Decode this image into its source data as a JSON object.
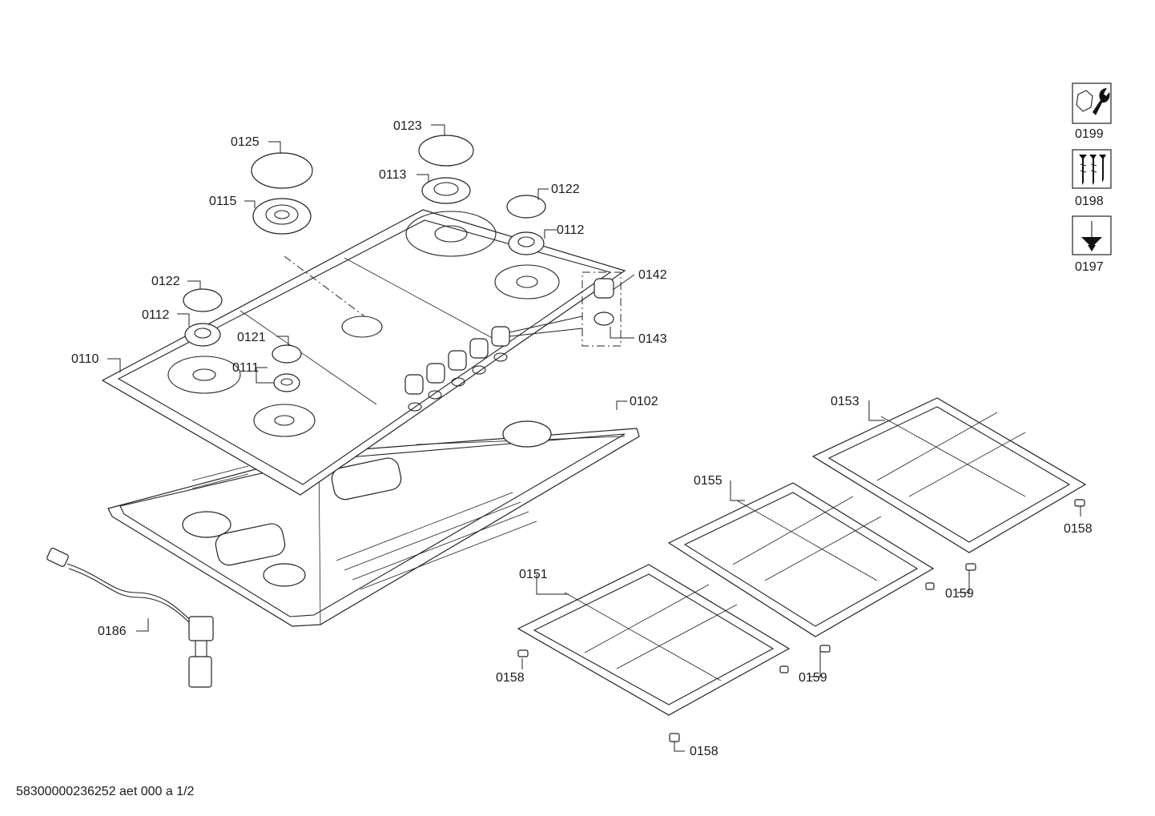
{
  "labels": {
    "p0125": "0125",
    "p0123": "0123",
    "p0113": "0113",
    "p0122a": "0122",
    "p0115": "0115",
    "p0112a": "0112",
    "p0142": "0142",
    "p0122b": "0122",
    "p0112b": "0112",
    "p0121": "0121",
    "p0143": "0143",
    "p0110": "0110",
    "p0111": "0111",
    "p0102": "0102",
    "p0153": "0153",
    "p0155": "0155",
    "p0158a": "0158",
    "p0159a": "0159",
    "p0151": "0151",
    "p0186": "0186",
    "p0158b": "0158",
    "p0159b": "0159",
    "p0158c": "0158",
    "p0199": "0199",
    "p0198": "0198",
    "p0197": "0197"
  },
  "footer": "58300000236252 aet 000 a  1/2",
  "icons": [
    "wrench-nut-icon",
    "screws-icon",
    "screwdriver-icon"
  ]
}
